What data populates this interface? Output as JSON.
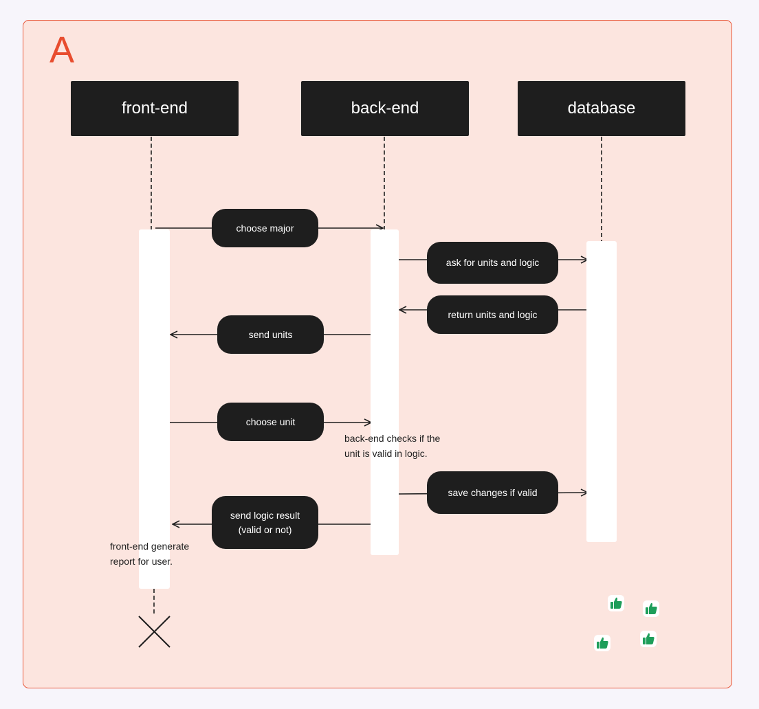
{
  "frame_label": "A",
  "lanes": {
    "frontend": "front-end",
    "backend": "back-end",
    "database": "database"
  },
  "messages": {
    "choose_major": "choose major",
    "ask_units": "ask for units and logic",
    "return_units": "return units and logic",
    "send_units": "send units",
    "choose_unit": "choose unit",
    "save_changes": "save changes if valid",
    "send_logic_line1": "send logic result",
    "send_logic_line2": "(valid or not)"
  },
  "notes": {
    "backend_check_line1": "back-end checks if the",
    "backend_check_line2": "unit is valid in logic.",
    "frontend_report_line1": "front-end generate",
    "frontend_report_line2": "report for user."
  },
  "reactions": {
    "icon": "thumbs-up-icon",
    "color": "#1e9e5a",
    "count": 4
  },
  "colors": {
    "frame_border": "#e8593c",
    "frame_fill": "#fce5df",
    "box_fill": "#1e1e1e",
    "label_accent": "#e84d2f"
  }
}
